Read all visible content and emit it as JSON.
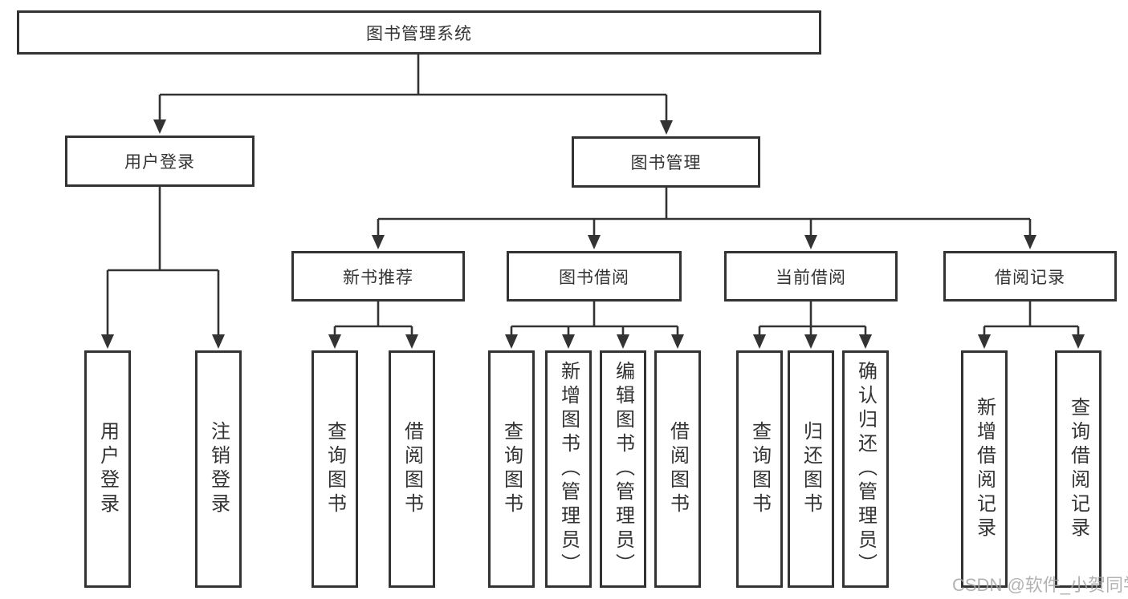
{
  "tree": {
    "label": "图书管理系统",
    "children": [
      {
        "label": "用户登录",
        "children": [
          {
            "label": "用户登录"
          },
          {
            "label": "注销登录"
          }
        ]
      },
      {
        "label": "图书管理",
        "children": [
          {
            "label": "新书推荐",
            "children": [
              {
                "label": "查询图书"
              },
              {
                "label": "借阅图书"
              }
            ]
          },
          {
            "label": "图书借阅",
            "children": [
              {
                "label": "查询图书"
              },
              {
                "label": "新增图书（管理员）"
              },
              {
                "label": "编辑图书（管理员）"
              },
              {
                "label": "借阅图书"
              }
            ]
          },
          {
            "label": "当前借阅",
            "children": [
              {
                "label": "查询图书"
              },
              {
                "label": "归还图书"
              },
              {
                "label": "确认归还（管理员）"
              }
            ]
          },
          {
            "label": "借阅记录",
            "children": [
              {
                "label": "新增借阅记录"
              },
              {
                "label": "查询借阅记录"
              }
            ]
          }
        ]
      }
    ]
  },
  "colors": {
    "line": "#333333",
    "watermark": "#a4a4a4"
  },
  "watermark": "CSDN @软件_小贺同学"
}
